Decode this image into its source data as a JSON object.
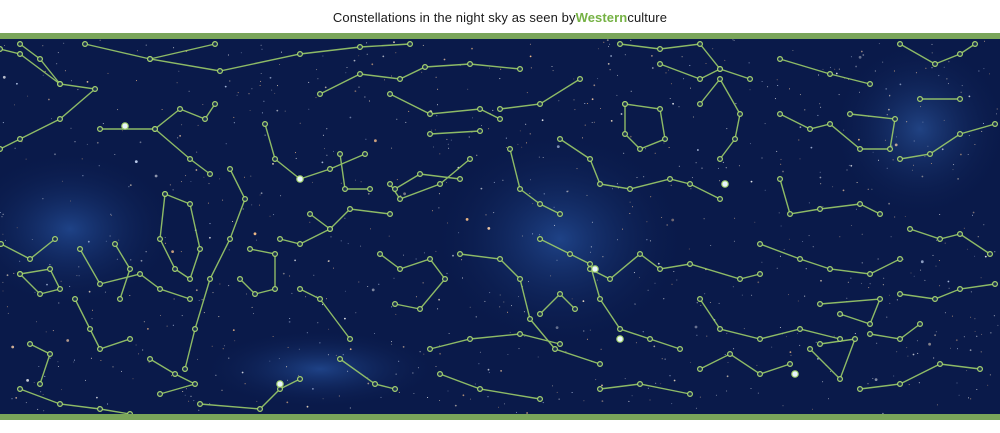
{
  "header": {
    "prefix": "Constellations in the night sky as seen by ",
    "highlight": "Western",
    "suffix": " culture"
  },
  "colors": {
    "sky_dark": "#0a1a4a",
    "sky_glow": "#1f4f9e",
    "border_green": "#7aa55a",
    "line_green": "#9ccc6a",
    "accent_text": "#76b245"
  },
  "icons": {
    "constellation-line": "line",
    "star": "circle"
  }
}
